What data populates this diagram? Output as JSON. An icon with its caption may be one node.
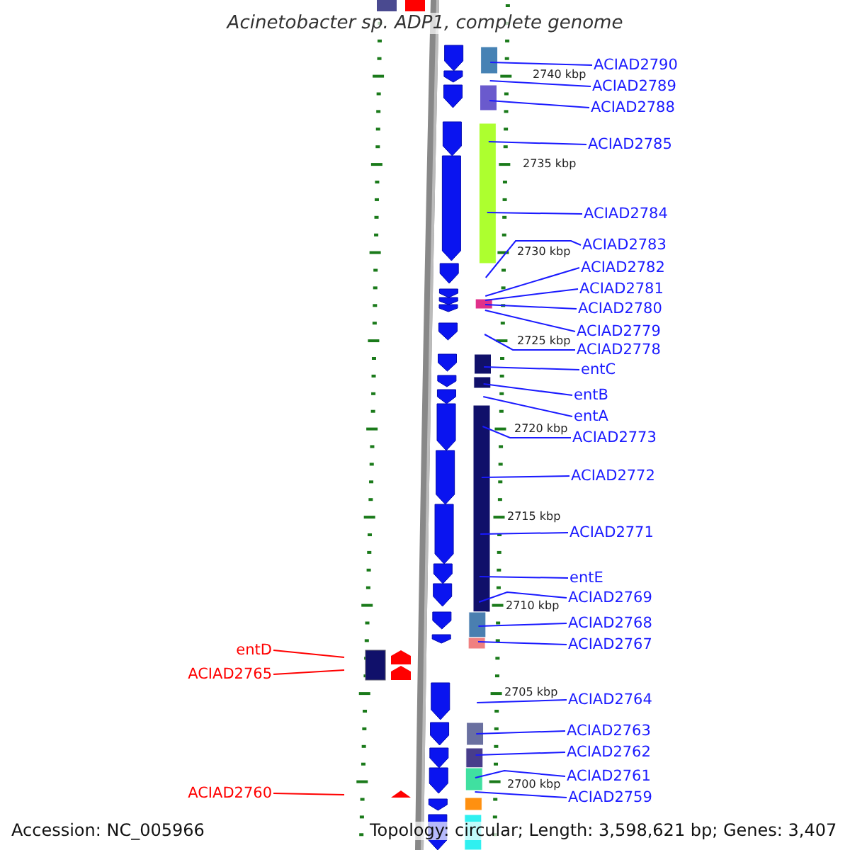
{
  "diagram": {
    "title": "Acinetobacter sp. ADP1, complete genome",
    "nodes": [
      {
        "text": [
          "ACIAD2790"
        ]
      },
      {
        "text": [
          "ACIAD2789"
        ]
      },
      {
        "text": [
          "ACIAD2788"
        ]
      },
      {
        "text": [
          "ACIAD2785"
        ]
      },
      {
        "text": [
          "ACIAD2784"
        ]
      },
      {
        "text": [
          "ACIAD2783"
        ]
      },
      {
        "text": [
          "ACIAD2782"
        ]
      },
      {
        "text": [
          "ACIAD2781"
        ]
      },
      {
        "text": [
          "ACIAD2780"
        ]
      },
      {
        "text": [
          "ACIAD2779"
        ]
      },
      {
        "text": [
          "ACIAD2778"
        ]
      },
      {
        "text": [
          "entC"
        ]
      },
      {
        "text": [
          "entB"
        ]
      },
      {
        "text": [
          "entA"
        ]
      },
      {
        "text": [
          "ACIAD2773"
        ]
      },
      {
        "text": [
          "ACIAD2772"
        ]
      },
      {
        "text": [
          "ACIAD2771"
        ]
      },
      {
        "text": [
          "entE"
        ]
      },
      {
        "text": [
          "ACIAD2769"
        ]
      },
      {
        "text": [
          "ACIAD2768"
        ]
      },
      {
        "text": [
          "ACIAD2767"
        ]
      },
      {
        "text": [
          "ACIAD2764"
        ]
      },
      {
        "text": [
          "ACIAD2763"
        ]
      },
      {
        "text": [
          "ACIAD2762"
        ]
      },
      {
        "text": [
          "ACIAD2761"
        ]
      },
      {
        "text": [
          "ACIAD2759"
        ]
      },
      {
        "text": [
          "entD"
        ]
      },
      {
        "text": [
          "ACIAD2765"
        ]
      },
      {
        "text": [
          "ACIAD2760"
        ]
      }
    ],
    "edges": [
      {
        "from": 0,
        "to": null,
        "arrow": "none"
      },
      {
        "from": 1,
        "to": null,
        "arrow": "none"
      },
      {
        "from": 2,
        "to": null,
        "arrow": "none"
      },
      {
        "from": 3,
        "to": null,
        "arrow": "none"
      },
      {
        "from": 4,
        "to": null,
        "arrow": "none"
      },
      {
        "from": 5,
        "to": null,
        "arrow": "none"
      },
      {
        "from": 6,
        "to": null,
        "arrow": "none"
      },
      {
        "from": 7,
        "to": null,
        "arrow": "none"
      },
      {
        "from": 8,
        "to": null,
        "arrow": "none"
      },
      {
        "from": 9,
        "to": null,
        "arrow": "none"
      },
      {
        "from": 10,
        "to": null,
        "arrow": "none"
      },
      {
        "from": 11,
        "to": null,
        "arrow": "none"
      },
      {
        "from": 12,
        "to": null,
        "arrow": "none"
      },
      {
        "from": 13,
        "to": null,
        "arrow": "none"
      },
      {
        "from": 14,
        "to": null,
        "arrow": "none"
      },
      {
        "from": 15,
        "to": null,
        "arrow": "none"
      },
      {
        "from": 16,
        "to": null,
        "arrow": "none"
      },
      {
        "from": 17,
        "to": null,
        "arrow": "none"
      },
      {
        "from": 18,
        "to": null,
        "arrow": "none"
      },
      {
        "from": 19,
        "to": null,
        "arrow": "none"
      },
      {
        "from": 20,
        "to": null,
        "arrow": "none"
      },
      {
        "from": 21,
        "to": null,
        "arrow": "none"
      },
      {
        "from": 22,
        "to": null,
        "arrow": "none"
      },
      {
        "from": 23,
        "to": null,
        "arrow": "none"
      },
      {
        "from": 24,
        "to": null,
        "arrow": "none"
      },
      {
        "from": 25,
        "to": null,
        "arrow": "none"
      },
      {
        "from": 26,
        "to": null,
        "arrow": "none",
        "color": "#ff0000"
      },
      {
        "from": 27,
        "to": null,
        "arrow": "none",
        "color": "#ff0000"
      },
      {
        "from": 28,
        "to": null,
        "arrow": "none",
        "color": "#ff0000"
      }
    ],
    "labels": [
      "2740 kbp",
      "2735 kbp",
      "2730 kbp",
      "2725 kbp",
      "2720 kbp",
      "2715 kbp",
      "2710 kbp",
      "2705 kbp",
      "2700 kbp",
      "Accession: NC_005966",
      "Topology: circular; Length: 3,598,621 bp; Genes: 3,407"
    ]
  }
}
